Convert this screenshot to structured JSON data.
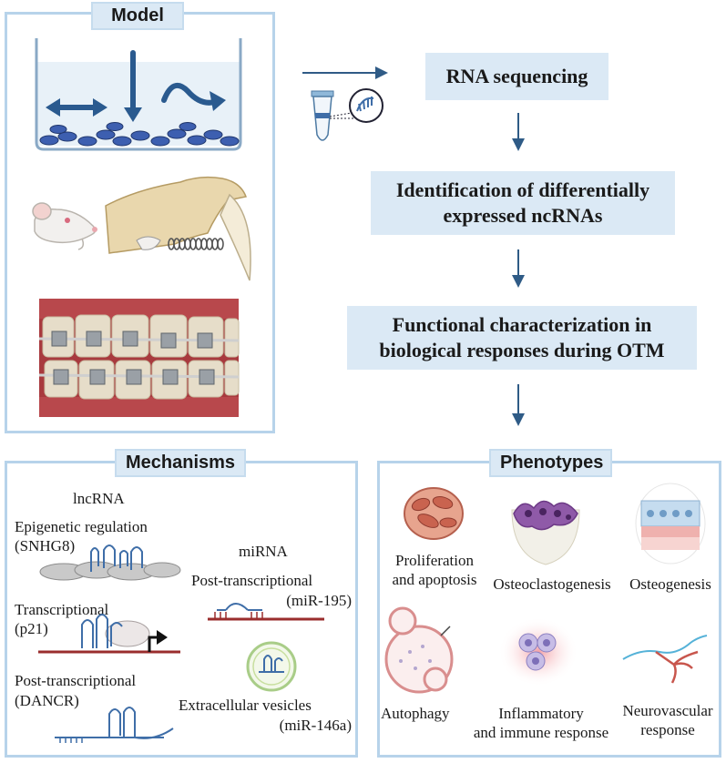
{
  "model_panel": {
    "title": "Model"
  },
  "flow": {
    "step1": "RNA sequencing",
    "step2_line1": "Identification of differentially",
    "step2_line2": "expressed ncRNAs",
    "step3_line1": "Functional characterization in",
    "step3_line2": "biological responses during OTM"
  },
  "mechanisms_panel": {
    "title": "Mechanisms",
    "lncrna_header": "lncRNA",
    "epigenetic_line1": "Epigenetic regulation",
    "epigenetic_line2": "(SNHG8)",
    "transcriptional_line1": "Transcriptional",
    "transcriptional_line2": "(p21)",
    "post_tx_lnc_line1": "Post-transcriptional",
    "post_tx_lnc_line2": "(DANCR)",
    "mirna_header": "miRNA",
    "post_tx_mir_line1": "Post-transcriptional",
    "post_tx_mir_line2": "(miR-195)",
    "ev_line1": "Extracellular vesicles",
    "ev_line2": "(miR-146a)"
  },
  "phenotypes_panel": {
    "title": "Phenotypes",
    "prolif_line1": "Proliferation",
    "prolif_line2": "and apoptosis",
    "osteoclasto": "Osteoclastogenesis",
    "osteogenesis": "Osteogenesis",
    "autophagy": "Autophagy",
    "inflam_line1": "Inflammatory",
    "inflam_line2": "and immune response",
    "neuro_line1": "Neurovascular",
    "neuro_line2": "response"
  },
  "colors": {
    "panel_border": "#b7d3ea",
    "box_fill": "#dbe9f5",
    "arrow": "#2f5b86",
    "cell_blue": "#3d5fb0",
    "rna_blue": "#3f6ea8",
    "dna_red": "#9a2d2d"
  },
  "icons": [
    "culture-dish-icon",
    "rat-icon",
    "rat-jaw-spring-icon",
    "braces-photo",
    "tube-icon"
  ]
}
